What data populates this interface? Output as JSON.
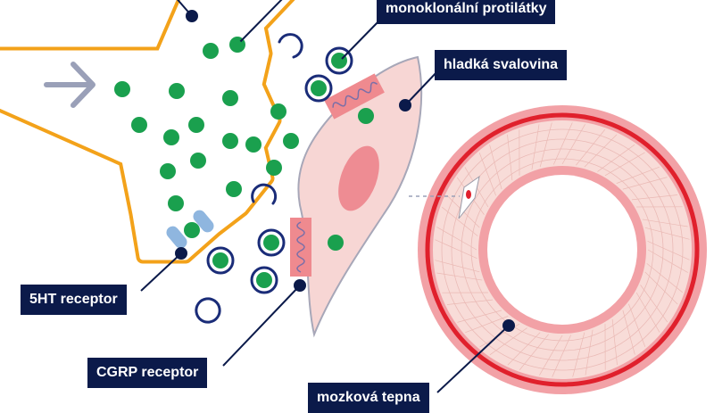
{
  "labels": {
    "monoclonal_antibodies": "monoklonální protilátky",
    "smooth_muscle": "hladká svalovina",
    "receptor_5ht": "5HT receptor",
    "receptor_cgrp": "CGRP receptor",
    "cerebral_artery": "mozková tepna"
  },
  "colors": {
    "label_bg": "#0b1a4a",
    "label_text": "#ffffff",
    "nerve_fill": "#f3a21a",
    "nerve_outline": "#ffffff",
    "neurotransmitter": "#1aa04e",
    "antibody_ring": "#1a2c78",
    "receptor_5ht": "#8fb6df",
    "receptor_cgrp": "#ef8a8f",
    "muscle_cell": "#f7d6d4",
    "muscle_nucleus": "#ee8c93",
    "artery_outer": "#f2a1a6",
    "artery_red_band": "#e0202c",
    "artery_wall": "#f8dcd8",
    "arrow": "#9aa0b8"
  },
  "icons": {
    "flow_direction": "chevron-right-icon"
  }
}
